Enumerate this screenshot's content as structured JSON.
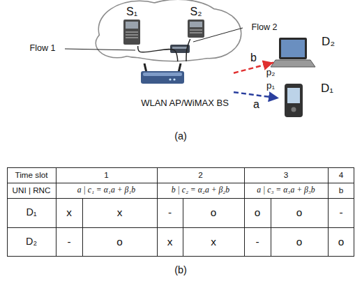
{
  "diagram": {
    "nodes": [
      {
        "text": [
          "S₁"
        ]
      },
      {
        "text": [
          "S₂"
        ]
      },
      {
        "text": [
          "WLAN AP/WiMAX BS"
        ]
      },
      {
        "text": [
          "D₂"
        ]
      },
      {
        "text": [
          "D₁"
        ]
      }
    ],
    "edges": [
      {
        "from": 0,
        "to": 2,
        "arrow": "none"
      },
      {
        "from": 1,
        "to": 2,
        "arrow": "none"
      },
      {
        "from": 2,
        "to": 3,
        "label": "b",
        "arrow": "to"
      },
      {
        "from": 2,
        "to": 4,
        "label": "a",
        "arrow": "to"
      }
    ],
    "labels": [
      "Flow 1",
      "Flow 2",
      "p₂",
      "p₁",
      "(a)",
      "Time slot",
      "1",
      "2",
      "3",
      "4",
      "UNI | RNC",
      "a | c₁ = α₁a + β₁b",
      "b | c₂ = α₂a + β₂b",
      "a | c₃ = α₃a + β₃b",
      "b",
      "D₁",
      "x",
      "x",
      "-",
      "o",
      "o",
      "o",
      "-",
      "D₂",
      "-",
      "o",
      "x",
      "x",
      "-",
      "o",
      "o",
      "(b)"
    ]
  }
}
